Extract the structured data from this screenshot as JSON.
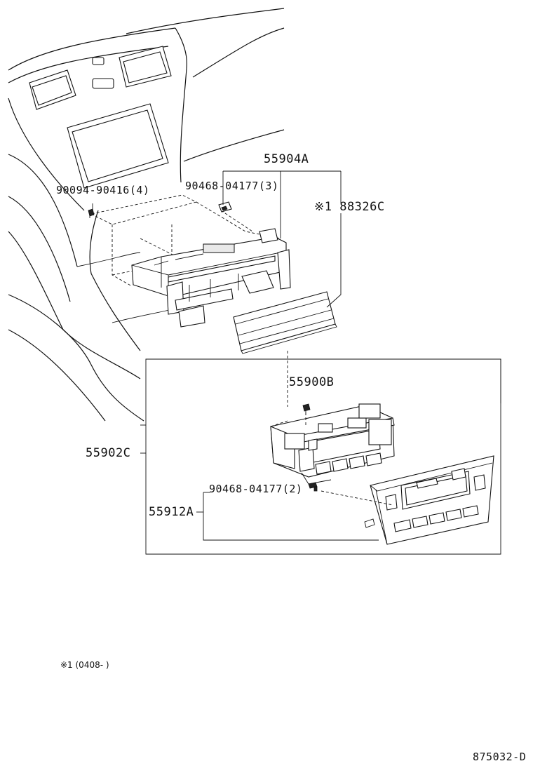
{
  "diagram": {
    "labels": {
      "p55904A": "55904A",
      "p90094": "90094-90416(4)",
      "p90468_3": "90468-04177(3)",
      "p88326C": "※1 88326C",
      "p55900B": "55900B",
      "p55902C": "55902C",
      "p90468_2": "90468-04177(2)",
      "p55912A": "55912A"
    },
    "footnote": "※1 (0408-      )",
    "drawing_number": "875032-D"
  }
}
